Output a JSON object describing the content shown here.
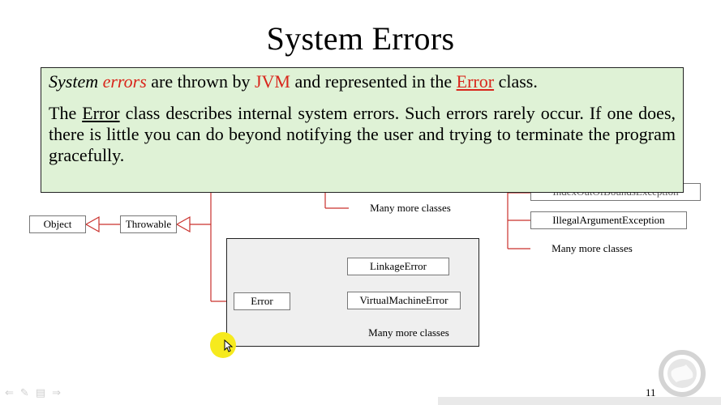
{
  "slide": {
    "title": "System Errors",
    "page_number": "11"
  },
  "callout": {
    "p1": {
      "italic1": "System",
      "italic_red": "errors",
      "mid": " are thrown by ",
      "jvm": "JVM",
      "mid2": " and represented in the ",
      "error_link": "Error",
      "end": "class."
    },
    "p2": {
      "start": "The ",
      "error_word": "Error",
      "rest": " class describes internal system errors. Such errors rarely occur. If one does, there is little you can do beyond notifying the user and trying to terminate the program gracefully."
    }
  },
  "diagram": {
    "object": "Object",
    "throwable": "Throwable",
    "error": "Error",
    "linkage_error": "LinkageError",
    "vm_error": "VirtualMachineError",
    "many_more_error": "Many more classes",
    "many_more_exception": "Many more classes",
    "illegal_argument": "IllegalArgumentException",
    "many_more_runtime": "Many more classes",
    "partial_class": "IndexOutOfBoundsException"
  },
  "colors": {
    "accent_red": "#d9261c",
    "callout_bg": "#dff2d6",
    "connector": "#c9302c"
  }
}
